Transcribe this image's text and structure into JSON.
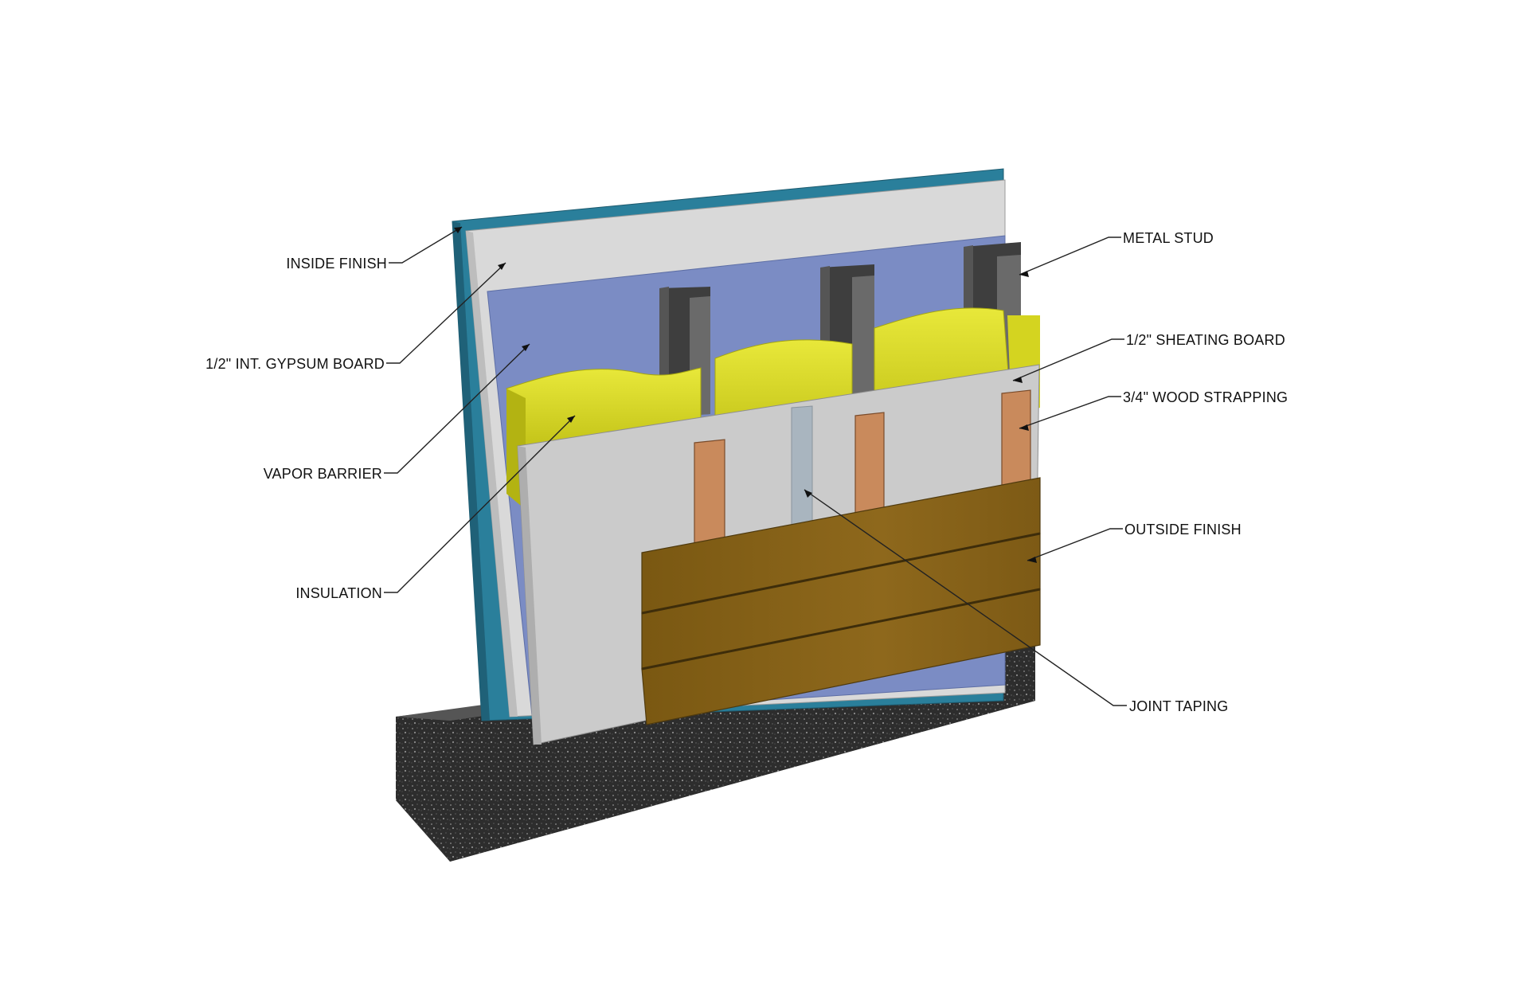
{
  "labels": {
    "inside_finish": "INSIDE FINISH",
    "gypsum_board": "1/2\" INT. GYPSUM BOARD",
    "vapor_barrier": "VAPOR BARRIER",
    "insulation": "INSULATION",
    "metal_stud": "METAL STUD",
    "sheathing_board": "1/2\" SHEATING BOARD",
    "wood_strapping": "3/4\" WOOD STRAPPING",
    "outside_finish": "OUTSIDE FINISH",
    "joint_taping": "JOINT TAPING"
  },
  "colors": {
    "inside_finish": "#2a7f9b",
    "gypsum": "#d6d6d6",
    "vapor_barrier": "#7b8cc4",
    "insulation": "#cfcf1e",
    "metal_stud": "#4a4a4a",
    "sheathing": "#c9c9c9",
    "strapping": "#c98a5c",
    "joint_tape": "#a9b5bf",
    "siding": "#8a6418",
    "foundation": "#3a3a3a"
  }
}
